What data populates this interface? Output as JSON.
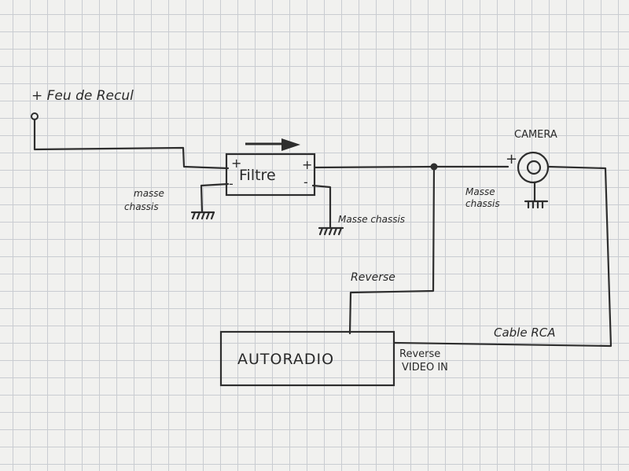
{
  "labels": {
    "feu_de_recul": "+ Feu de Recul",
    "filtre": "Filtre",
    "filtre_plus_in": "+",
    "filtre_minus_in": "-",
    "filtre_plus_out": "+",
    "filtre_minus_out": "-",
    "masse_chassis_left_1": "masse",
    "masse_chassis_left_2": "chassis",
    "masse_chassis_mid": "Masse chassis",
    "masse_chassis_right_1": "Masse",
    "masse_chassis_right_2": "chassis",
    "camera": "CAMERA",
    "camera_plus": "+",
    "reverse": "Reverse",
    "autoradio": "AUTORADIO",
    "reverse_video_in_1": "Reverse",
    "reverse_video_in_2": "VIDEO IN",
    "cable_rca": "Cable RCA"
  }
}
